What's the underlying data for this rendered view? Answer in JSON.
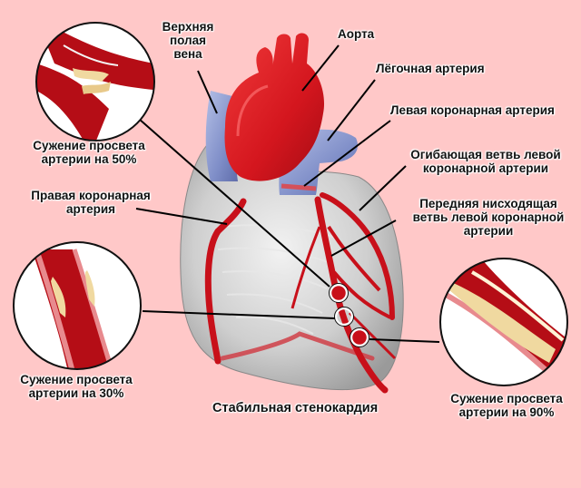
{
  "title": "Стабильная стенокардия",
  "colors": {
    "background": "#ffc8c8",
    "artery_red": "#d4161e",
    "artery_dark": "#9c0a12",
    "vein_blue": "#7f8ec8",
    "heart_gray": "#c9c9c9",
    "plaque": "#f0d9a0",
    "line": "#000000"
  },
  "labels": {
    "superior_vena_cava": [
      "Верхняя",
      "полая",
      "вена"
    ],
    "aorta": [
      "Аорта"
    ],
    "pulmonary_artery": [
      "Лёгочная артерия"
    ],
    "left_coronary_artery": [
      "Левая коронарная артерия"
    ],
    "circumflex_branch": [
      "Огибающая ветвь левой",
      "коронарной артерии"
    ],
    "anterior_descending_branch": [
      "Передняя нисходящая",
      "ветвь левой коронарной",
      "артерии"
    ],
    "right_coronary_artery": [
      "Правая коронарная",
      "артерия"
    ]
  },
  "stenosis_callouts": [
    {
      "id": "stenosis-50",
      "lines": [
        "Сужение просвета",
        "артерии на 50%"
      ],
      "percent": 50
    },
    {
      "id": "stenosis-30",
      "lines": [
        "Сужение просвета",
        "артерии на 30%"
      ],
      "percent": 30
    },
    {
      "id": "stenosis-90",
      "lines": [
        "Сужение просвета",
        "артерии на 90%"
      ],
      "percent": 90
    }
  ]
}
